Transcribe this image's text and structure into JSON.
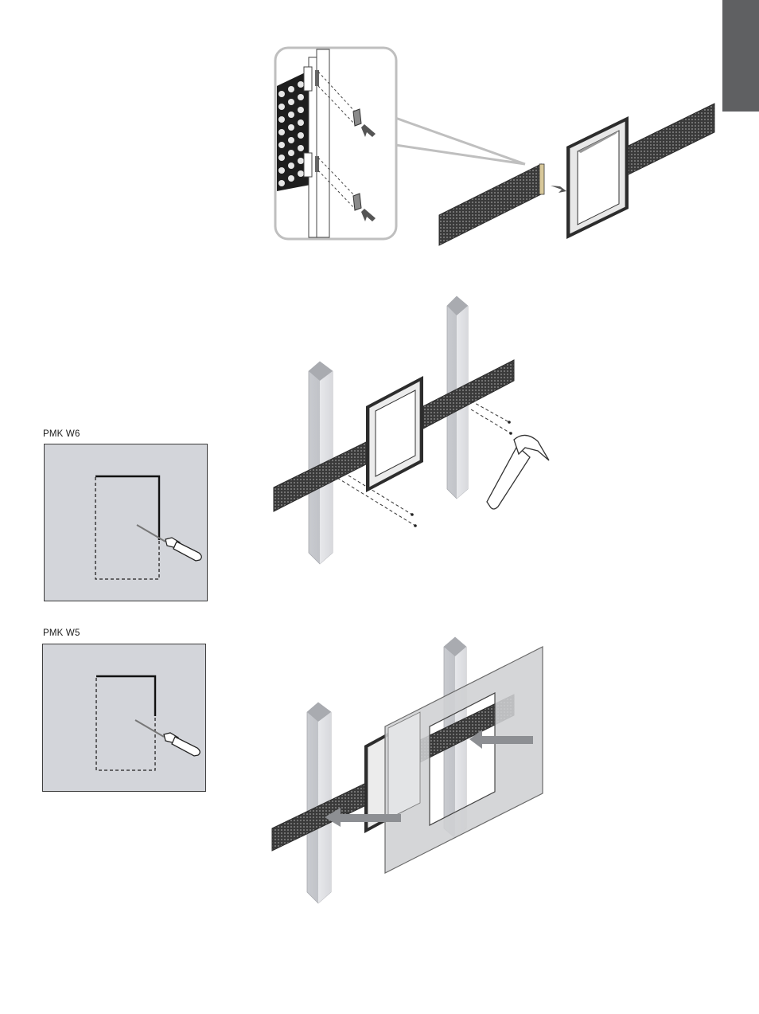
{
  "page": {
    "section_tab_color": "#5f6062",
    "illustration_bg": "#d3d5da"
  },
  "cutout_panels": [
    {
      "label": "PMK W6",
      "tool_icon": "keyhole-saw-icon"
    },
    {
      "label": "PMK W5",
      "tool_icon": "keyhole-saw-icon"
    }
  ],
  "steps": [
    {
      "name": "attach-mounting-bar",
      "icons": [
        "frame-icon",
        "mesh-bar-icon",
        "clip-icon",
        "arrow-icon"
      ]
    },
    {
      "name": "nail-to-studs",
      "icons": [
        "stud-icon",
        "frame-icon",
        "nail-icon",
        "hammer-icon"
      ]
    },
    {
      "name": "fit-drywall",
      "icons": [
        "drywall-panel-icon",
        "stud-icon",
        "arrow-icon"
      ]
    }
  ]
}
